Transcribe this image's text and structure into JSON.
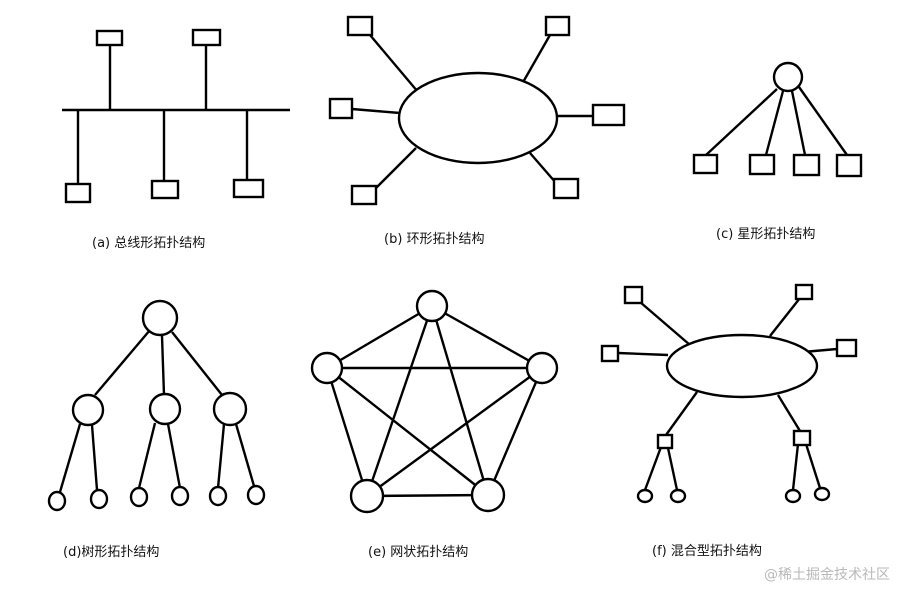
{
  "captions": {
    "a": "(a)  总线形拓扑结构",
    "b": "(b)  环形拓扑结构",
    "c": "(c)  星形拓扑结构",
    "d": "(d)树形拓扑结构",
    "e": "(e)  网状拓扑结构",
    "f": "(f)  混合型拓扑结构"
  },
  "watermark": "@稀土掘金技术社区"
}
